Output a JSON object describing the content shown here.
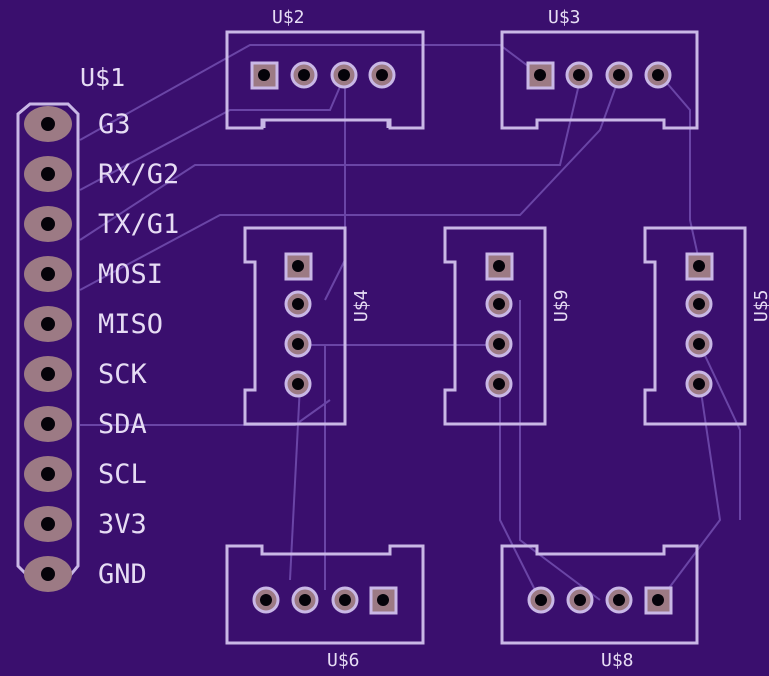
{
  "colors": {
    "board": "#3a0f6e",
    "silkscreen": "#c9b8e6",
    "copper_pad": "#9c7a84",
    "trace": "#6a45a6",
    "drill": "#05030a"
  },
  "header": {
    "name": "U$1",
    "pins": [
      "G3",
      "RX/G2",
      "TX/G1",
      "MOSI",
      "MISO",
      "SCK",
      "SDA",
      "SCL",
      "3V3",
      "GND"
    ]
  },
  "connectors": {
    "u2": "U$2",
    "u3": "U$3",
    "u4": "U$4",
    "u9": "U$9",
    "u5": "U$5",
    "u6": "U$6",
    "u8": "U$8"
  }
}
